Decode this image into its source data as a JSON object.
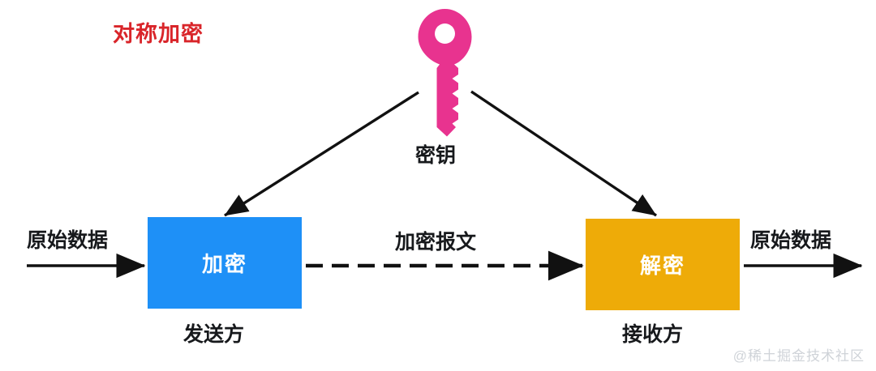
{
  "diagram": {
    "title": "对称加密",
    "title_color": "#d9252a",
    "background_color": "#ffffff"
  },
  "key": {
    "icon": "key-icon",
    "color": "#e8338f",
    "label": "密钥"
  },
  "flow": {
    "input_label": "原始数据",
    "output_label": "原始数据",
    "channel_label": "加密报文"
  },
  "boxes": [
    {
      "id": "encrypt",
      "label": "加密",
      "caption": "发送方",
      "fill": "#1e90f7",
      "text_color": "#ffffff"
    },
    {
      "id": "decrypt",
      "label": "解密",
      "caption": "接收方",
      "fill": "#eeab08",
      "text_color": "#ffffff"
    }
  ],
  "arrows": {
    "key_to_encrypt": "solid-arrow",
    "key_to_decrypt": "solid-arrow",
    "input_arrow": "solid-arrow",
    "cipher_arrow": "dashed-arrow",
    "output_arrow": "solid-arrow",
    "color": "#111111"
  },
  "watermark": {
    "text": "@稀土掘金技术社区"
  }
}
